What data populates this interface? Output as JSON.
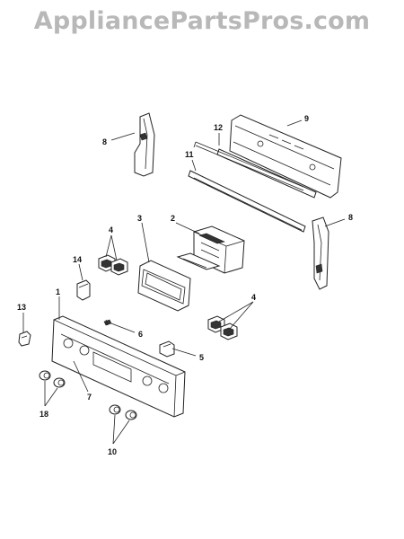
{
  "watermark": "AppliancePartsPros.com",
  "callouts": {
    "c1": "1",
    "c2": "2",
    "c3": "3",
    "c4a": "4",
    "c4b": "4",
    "c5": "5",
    "c6": "6",
    "c7": "7",
    "c8a": "8",
    "c8b": "8",
    "c9": "9",
    "c10": "10",
    "c11": "11",
    "c12": "12",
    "c13": "13",
    "c14": "14",
    "c18": "18"
  }
}
